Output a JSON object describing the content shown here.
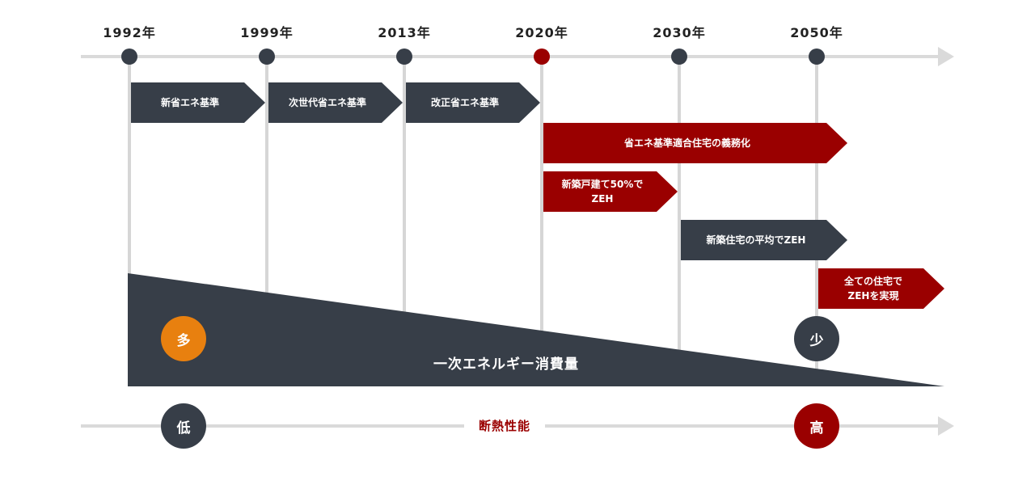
{
  "timeline": {
    "years": [
      "1992年",
      "1999年",
      "2013年",
      "2020年",
      "2030年",
      "2050年"
    ],
    "highlight_year": "2020年"
  },
  "standards": [
    {
      "label": "新省エネ基準",
      "color": "dark"
    },
    {
      "label": "次世代省エネ基準",
      "color": "dark"
    },
    {
      "label": "改正省エネ基準",
      "color": "dark"
    }
  ],
  "policies": [
    {
      "line1": "省エネ基準適合住宅の義務化",
      "line2": "",
      "color": "red"
    },
    {
      "line1": "新築戸建て50%で",
      "line2": "ZEH",
      "color": "red"
    },
    {
      "line1": "新築住宅の平均でZEH",
      "line2": "",
      "color": "dark"
    },
    {
      "line1": "全ての住宅で",
      "line2": "ZEHを実現",
      "color": "red"
    }
  ],
  "energy": {
    "label": "一次エネルギー消費量",
    "start": "多",
    "end": "少"
  },
  "insulation": {
    "label": "断熱性能",
    "start": "低",
    "end": "高"
  },
  "colors": {
    "dark": "#373e48",
    "red": "#9a0000",
    "orange": "#e8800f",
    "track": "#dadada"
  }
}
